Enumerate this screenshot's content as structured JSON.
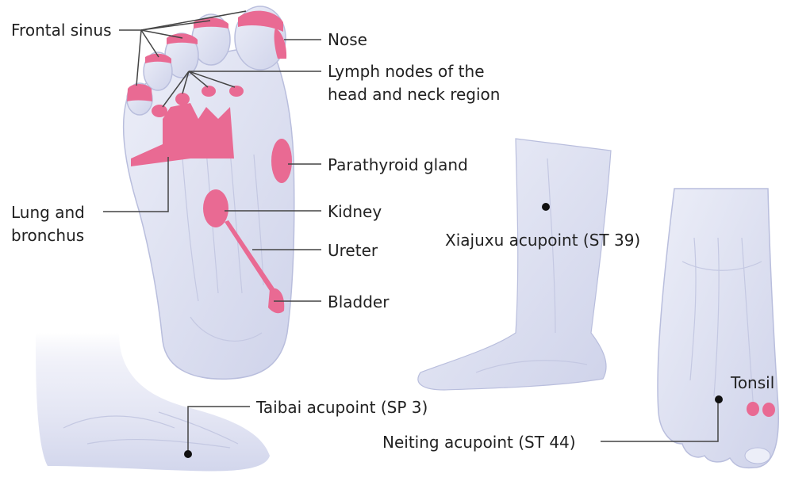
{
  "labels": {
    "frontal_sinus": "Frontal sinus",
    "nose": "Nose",
    "lymph_line1": "Lymph nodes of the",
    "lymph_line2": "head and neck region",
    "parathyroid": "Parathyroid gland",
    "lung_line1": "Lung and",
    "lung_line2": "bronchus",
    "kidney": "Kidney",
    "ureter": "Ureter",
    "bladder": "Bladder",
    "xiajuxu": "Xiajuxu  acupoint (ST 39)",
    "taibai": "Taibai  acupoint (SP 3)",
    "tonsil": "Tonsil",
    "neiting": "Neiting  acupoint (ST 44)"
  },
  "colors": {
    "skin_fill": "#dfe1f2",
    "skin_stroke": "#b9bedd",
    "reflex_zone": "#e96a93",
    "acupoint": "#111111",
    "leader_line": "#444444"
  }
}
